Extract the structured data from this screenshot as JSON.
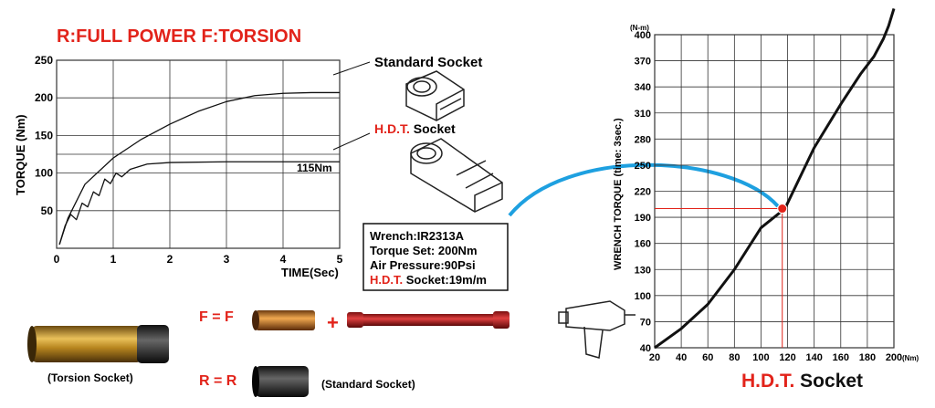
{
  "header": {
    "title": "R:FULL POWER  F:TORSION"
  },
  "colors": {
    "accent_red": "#e2231a",
    "arc_blue": "#1ea0e0",
    "curve": "#111111",
    "grid": "#333333"
  },
  "left_chart_labels": {
    "standard": "Standard Socket",
    "hdt_prefix": "H.D.T.",
    "hdt_suffix": " Socket",
    "annotation": "115Nm"
  },
  "spec_box": {
    "lines": [
      "Wrench:IR2313A",
      "Torque Set: 200Nm",
      "Air Pressure:90Psi"
    ],
    "hdt_prefix": "H.D.T.",
    "hdt_suffix": " Socket:19m/m"
  },
  "legend": {
    "f_label": "F = F",
    "r_label": "R = R",
    "plus": "+",
    "torsion_caption": "(Torsion Socket)",
    "standard_caption": "(Standard Socket)"
  },
  "right_chart_labels": {
    "hdt_prefix": "H.D.T.",
    "hdt_suffix": " Socket",
    "y_unit": "(N-m)",
    "x_unit": "(Nm)"
  },
  "chart_data": [
    {
      "type": "line",
      "title": "R:FULL POWER  F:TORSION",
      "xlabel": "TIME(Sec)",
      "ylabel": "TORQUE (Nm)",
      "xlim": [
        0,
        5
      ],
      "ylim": [
        0,
        250
      ],
      "x_ticks": [
        0,
        1,
        2,
        3,
        4,
        5
      ],
      "y_ticks": [
        50,
        100,
        150,
        200,
        250
      ],
      "grid": true,
      "series": [
        {
          "name": "Standard Socket",
          "x": [
            0.05,
            0.2,
            0.5,
            1.0,
            1.5,
            2.0,
            2.5,
            3.0,
            3.5,
            4.0,
            4.5,
            5.0
          ],
          "y": [
            5,
            40,
            85,
            120,
            145,
            165,
            182,
            195,
            203,
            206,
            207,
            207
          ]
        },
        {
          "name": "H.D.T. Socket",
          "x": [
            0.05,
            0.15,
            0.25,
            0.35,
            0.45,
            0.55,
            0.65,
            0.75,
            0.85,
            0.95,
            1.05,
            1.15,
            1.3,
            1.6,
            2.0,
            3.0,
            4.0,
            5.0
          ],
          "y": [
            5,
            30,
            45,
            38,
            60,
            55,
            75,
            70,
            92,
            86,
            100,
            95,
            105,
            112,
            114,
            115,
            115,
            115
          ]
        }
      ],
      "reference_lines": [
        125
      ]
    },
    {
      "type": "line",
      "xlabel": "H.D.T. Socket",
      "ylabel": "WRENCH TORQUE (time: 3sec.)",
      "xlim": [
        20,
        200
      ],
      "ylim": [
        40,
        400
      ],
      "x_ticks": [
        20,
        40,
        60,
        80,
        100,
        120,
        140,
        160,
        180,
        200
      ],
      "y_ticks": [
        40,
        70,
        100,
        130,
        160,
        190,
        220,
        250,
        280,
        310,
        340,
        370,
        400
      ],
      "grid": true,
      "series": [
        {
          "x": [
            20,
            40,
            60,
            80,
            100,
            118,
            140,
            160,
            175,
            185,
            192,
            196,
            200
          ],
          "y": [
            40,
            62,
            90,
            130,
            178,
            200,
            270,
            320,
            355,
            375,
            395,
            410,
            430
          ]
        }
      ],
      "highlight_point": {
        "x": 116,
        "y": 200
      }
    }
  ]
}
